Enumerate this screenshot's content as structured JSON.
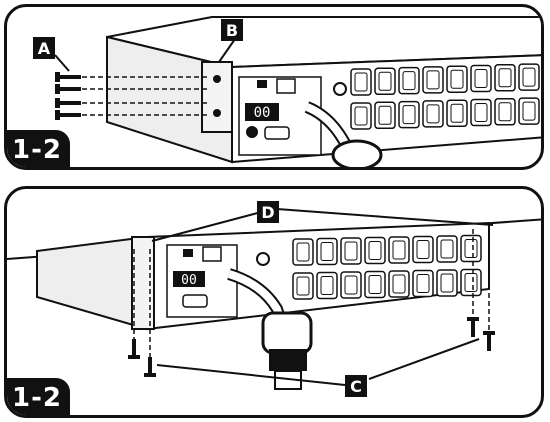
{
  "figure": {
    "top_tag": "1-2",
    "bottom_tag": "1-2"
  },
  "callouts": {
    "a": "A",
    "b": "B",
    "c": "C",
    "d": "D"
  },
  "display": {
    "top_readout": "00",
    "bottom_readout": "00"
  },
  "colors": {
    "ink": "#111111",
    "paper": "#ffffff",
    "shade": "#cfcfcf"
  }
}
